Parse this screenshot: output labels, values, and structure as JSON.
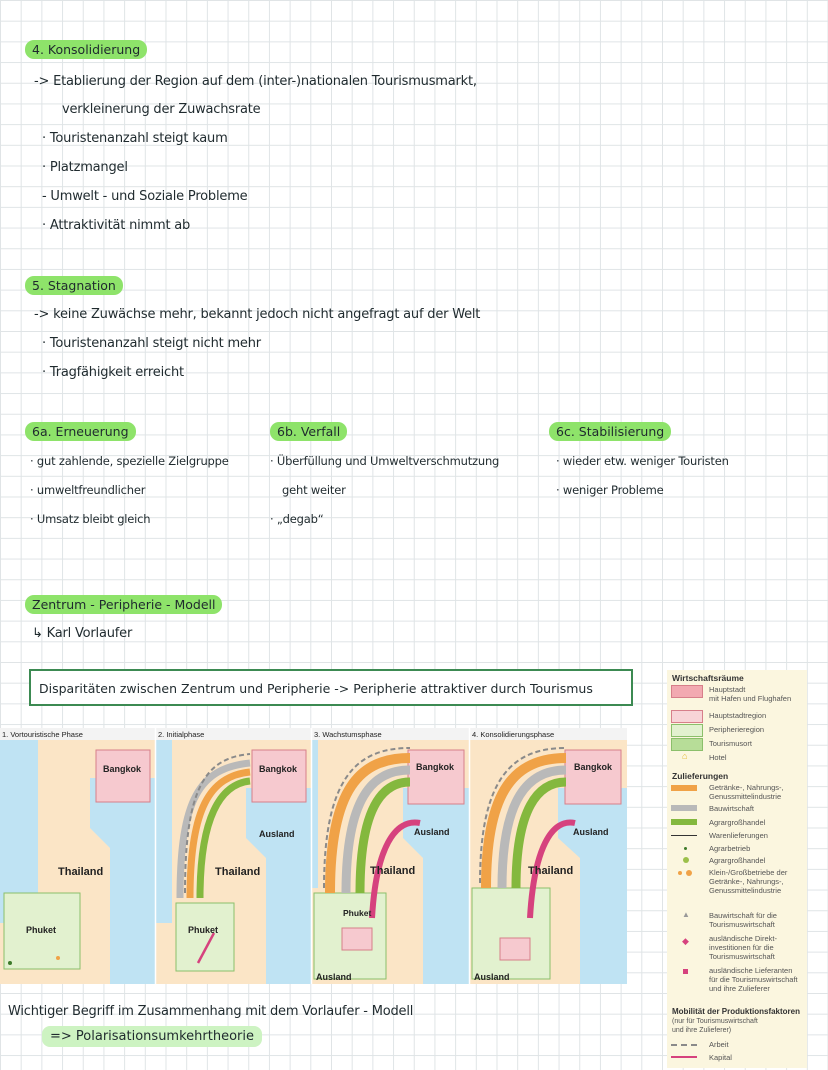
{
  "s4": {
    "heading": "4. Konsolidierung",
    "l1": "-> Etablierung der Region auf dem (inter-)nationalen Tourismusmarkt,",
    "l2": "verkleinerung der Zuwachsrate",
    "b1": "· Touristenanzahl steigt kaum",
    "b2": "· Platzmangel",
    "b3": "- Umwelt - und Soziale Probleme",
    "b4": "· Attraktivität nimmt ab"
  },
  "s5": {
    "heading": "5. Stagnation",
    "l1": "-> keine Zuwächse mehr, bekannt jedoch nicht angefragt auf der Welt",
    "b1": "· Touristenanzahl steigt nicht mehr",
    "b2": "· Tragfähigkeit erreicht"
  },
  "s6a": {
    "heading": "6a. Erneuerung",
    "b1": "· gut zahlende, spezielle Zielgruppe",
    "b2": "· umweltfreundlicher",
    "b3": "· Umsatz bleibt gleich"
  },
  "s6b": {
    "heading": "6b. Verfall",
    "b1": "· Überfüllung und Umweltverschmutzung",
    "b2": "geht weiter",
    "b3": "· „degab“"
  },
  "s6c": {
    "heading": "6c. Stabilisierung",
    "b1": "· wieder etw. weniger Touristen",
    "b2": "· weniger Probleme"
  },
  "zpm": {
    "heading": "Zentrum - Peripherie - Modell",
    "author": "↳ Karl Vorlaufer"
  },
  "boxed": "Disparitäten zwischen Zentrum und Peripherie -> Peripherie attraktiver durch Tourismus",
  "diagram": {
    "phases": [
      "1. Vortouristische Phase",
      "2. Initialphase",
      "3. Wachstumsphase",
      "4. Konsolidierungsphase"
    ],
    "bangkok": "Bangkok",
    "thailand": "Thailand",
    "phuket": "Phuket",
    "ausland": "Ausland"
  },
  "legend": {
    "title1": "Wirtschaftsräume",
    "i1": "Hauptstadt\nmit Hafen und Flughafen",
    "i2": "Hauptstadtregion",
    "i3": "Peripherieregion",
    "i4": "Tourismusort",
    "i5": "Hotel",
    "title2": "Zulieferungen",
    "i6": "Getränke-, Nahrungs-,\nGenussmittelindustrie",
    "i7": "Bauwirtschaft",
    "i8": "Agrargroßhandel",
    "i9": "Warenlieferungen",
    "i10": "Agrarbetrieb",
    "i11": "Agrargroßhandel",
    "i12": "Klein-/Großbetriebe der\nGetränke-, Nahrungs-,\nGenussmittelindustrie",
    "i13": "Bauwirtschaft für die\nTourismuswirtschaft",
    "i14": "ausländische Direkt-\ninvestitionen für die\nTourismuswirtschaft",
    "i15": "ausländische Lieferanten\nfür die Tourismuswirtschaft\nund ihre Zulieferer",
    "title3": "Mobilität der Produktionsfaktoren",
    "sub3": "(nur für Tourismuswirtschaft\nund ihre Zulieferer)",
    "i16": "Arbeit",
    "i17": "Kapital"
  },
  "footer": {
    "l1": "Wichtiger Begriff im Zusammenhang mit dem Vorlaufer - Modell",
    "l2": "=> Polarisationsumkehrtheorie"
  },
  "colors": {
    "highlight": "#8ee36a",
    "box_border": "#3c8a52",
    "orange": "#f0a247",
    "green": "#84b83e",
    "magenta": "#d6427e",
    "gray": "#b9b9b9"
  }
}
